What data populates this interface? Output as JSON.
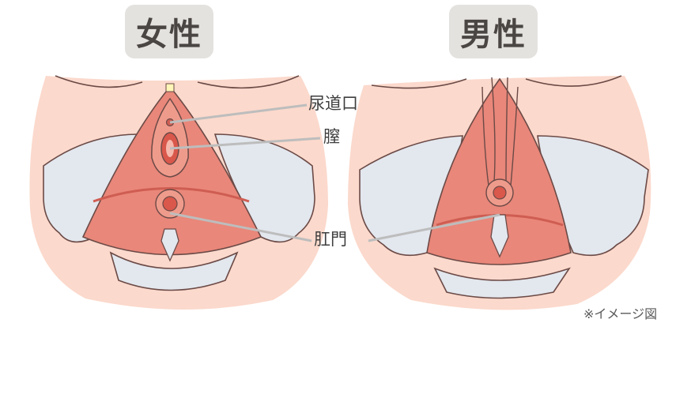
{
  "panels": {
    "female": {
      "title": "女性"
    },
    "male": {
      "title": "男性"
    }
  },
  "labels": {
    "urethra": "尿道口",
    "vagina": "膣",
    "anus": "肛門"
  },
  "note": "※イメージ図",
  "colors": {
    "skin": "#fbd9cc",
    "muscle": "#e9877a",
    "muscle_dark": "#cf5d52",
    "bone": "#e3e7ee",
    "outline": "#6b4a46",
    "leader_line": "#bdbdbd",
    "badge": "#e4e2df"
  }
}
